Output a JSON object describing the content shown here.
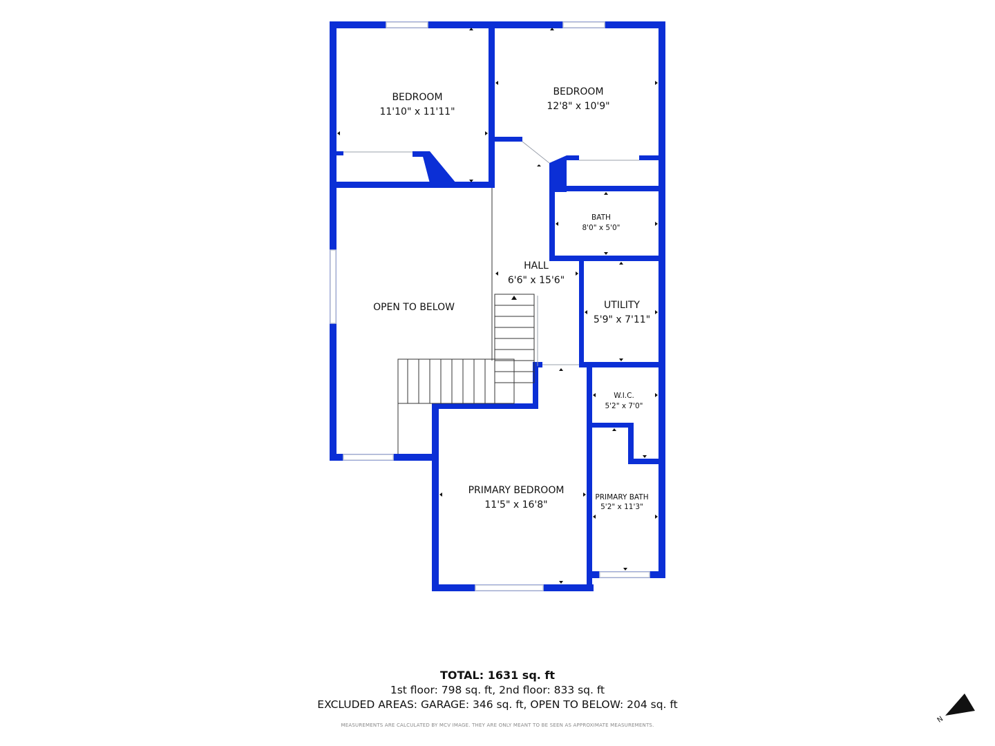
{
  "colors": {
    "wall": "#0b2fd6",
    "window": "#c9cdd6",
    "background": "#ffffff",
    "text": "#111111"
  },
  "rooms": {
    "bedroom_left": {
      "name": "BEDROOM",
      "dims": "11'10\" x 11'11\""
    },
    "bedroom_right": {
      "name": "BEDROOM",
      "dims": "12'8\" x 10'9\""
    },
    "bath": {
      "name": "BATH",
      "dims": "8'0\" x 5'0\""
    },
    "hall": {
      "name": "HALL",
      "dims": "6'6\" x 15'6\""
    },
    "open_to_below": {
      "name": "OPEN TO BELOW"
    },
    "utility": {
      "name": "UTILITY",
      "dims": "5'9\" x 7'11\""
    },
    "wic": {
      "name": "W.I.C.",
      "dims": "5'2\" x 7'0\""
    },
    "primary_bedroom": {
      "name": "PRIMARY BEDROOM",
      "dims": "11'5\" x 16'8\""
    },
    "primary_bath": {
      "name": "PRIMARY BATH",
      "dims": "5'2\" x 11'3\""
    }
  },
  "summary": {
    "total": "TOTAL: 1631 sq. ft",
    "floors": "1st floor: 798 sq. ft, 2nd floor: 833 sq. ft",
    "excluded": "EXCLUDED AREAS: GARAGE: 346 sq. ft, OPEN TO BELOW: 204 sq. ft",
    "disclaimer": "MEASUREMENTS ARE CALCULATED BY MCV IMAGE. THEY ARE ONLY MEANT TO BE SEEN AS APPROXIMATE MEASUREMENTS."
  },
  "compass": {
    "label": "N",
    "icon": "north-arrow-icon"
  }
}
